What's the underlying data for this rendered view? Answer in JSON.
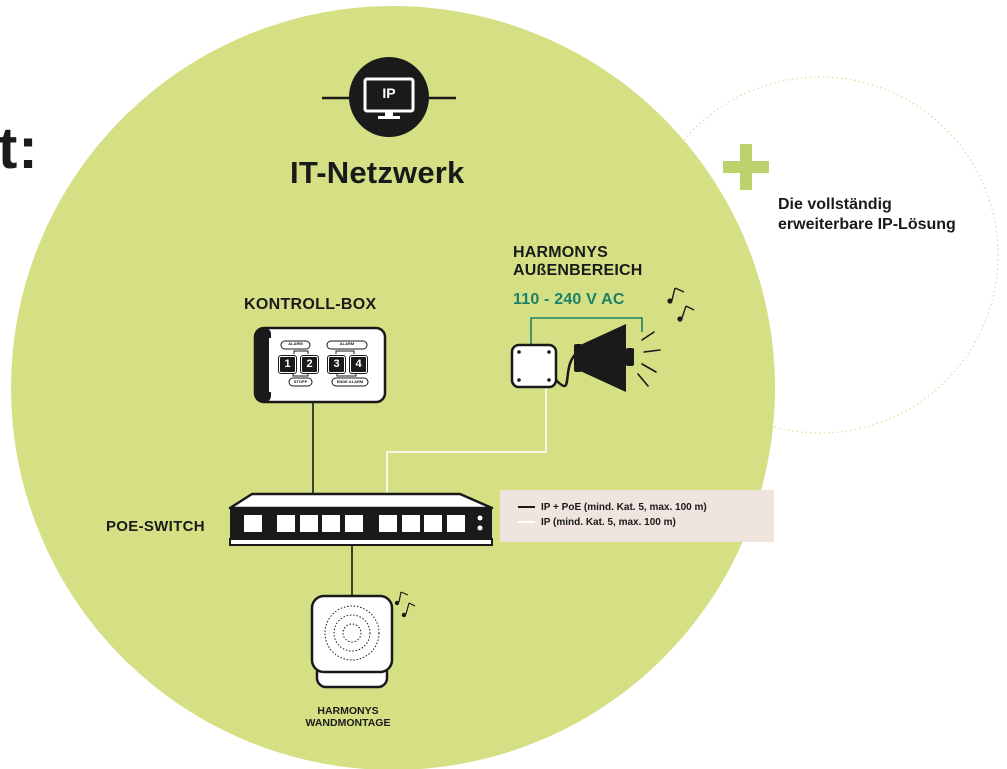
{
  "title_partial": "t:",
  "network": {
    "label": "IT-Netzwerk",
    "icon_text": "IP"
  },
  "extension": {
    "line1": "Die vollständig",
    "line2": "erweiterbare IP-Lösung"
  },
  "control_box": {
    "label": "KONTROLL-BOX",
    "alarm1": "ALARM",
    "alarm2": "ALARM",
    "btn1": "1",
    "btn2": "2",
    "btn3": "3",
    "btn4": "4",
    "stop": "STOPP",
    "end_alarm": "ENDE ALARM"
  },
  "poe_switch": {
    "label": "POE-SWITCH"
  },
  "outdoor": {
    "line1": "HARMONYS",
    "line2": "AUßENBEREICH",
    "voltage": "110 - 240 V AC"
  },
  "wall": {
    "line1": "HARMONYS",
    "line2": "WANDMONTAGE"
  },
  "legend": {
    "item1": "IP + PoE (mind. Kat. 5, max. 100 m)",
    "item2": "IP (mind. Kat. 5, max. 100 m)"
  },
  "colors": {
    "circle": "#d5e085",
    "ink": "#1a1a1a",
    "accent_green": "#1d8068",
    "plus_green": "#bcd36d",
    "legend_bg": "#efe4de"
  }
}
